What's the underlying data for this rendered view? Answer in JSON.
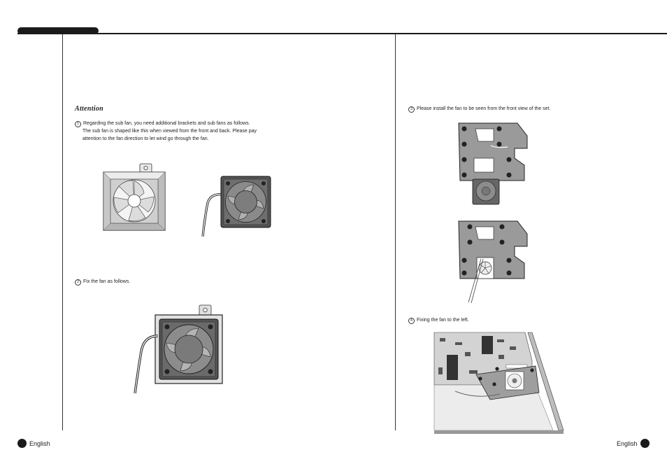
{
  "left_page": {
    "heading": "Attention",
    "step1": {
      "number": "1",
      "lines": [
        "Regarding the sub fan, you need additional brackets and sub fans as follows.",
        "The sub fan is shaped like this when viewed from the front and back. Please pay",
        "attention to the fan direction to let wind go through the fan."
      ]
    },
    "step2": {
      "number": "2",
      "text": "Fix the fan as follows."
    },
    "footer_label": "English"
  },
  "right_page": {
    "step3": {
      "number": "3",
      "text": "Please install the fan to be seen from the front view of the set."
    },
    "step4": {
      "number": "4",
      "text": "Fixing the fan to the left."
    },
    "footer_label": "English"
  },
  "figures": {
    "fig_fan_front": "fan-front-view",
    "fig_fan_back": "fan-back-view",
    "fig_fan_fixed": "fan-fixed-to-bracket",
    "fig_bracket_top": "bracket-with-fan-below",
    "fig_bracket_installed": "bracket-with-fan-installed",
    "fig_board": "fan-fixed-inside-set"
  }
}
